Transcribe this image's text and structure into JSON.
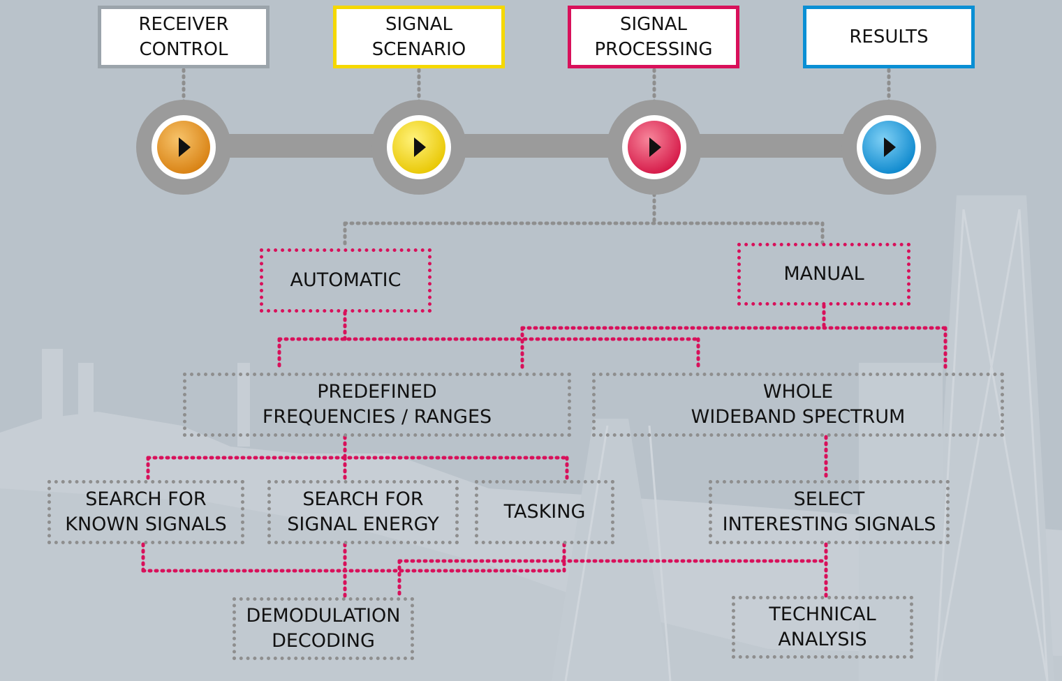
{
  "colors": {
    "background": "#b9c2ca",
    "receiver_control": "#9ba4ab",
    "signal_scenario": "#f5d800",
    "signal_processing": "#d8105a",
    "results": "#0a8fd4",
    "connector_red": "#d8105a",
    "connector_grey": "#8e8e8e",
    "track": "#9b9b9b"
  },
  "steps": [
    {
      "label": "RECEIVER\nCONTROL",
      "button_color": "#e38d1c",
      "icon": "play-icon"
    },
    {
      "label": "SIGNAL\nSCENARIO",
      "button_color": "#f3d41a",
      "icon": "play-icon"
    },
    {
      "label": "SIGNAL\nPROCESSING",
      "button_color": "#de2a55",
      "icon": "play-icon"
    },
    {
      "label": "RESULTS",
      "button_color": "#1b9ad9",
      "icon": "play-icon"
    }
  ],
  "modes": {
    "automatic": "AUTOMATIC",
    "manual": "MANUAL"
  },
  "scopes": {
    "predefined": "PREDEFINED\nFREQUENCIES / RANGES",
    "wideband": "WHOLE\nWIDEBAND SPECTRUM"
  },
  "methods": {
    "known_signals": "SEARCH FOR\nKNOWN SIGNALS",
    "signal_energy": "SEARCH FOR\nSIGNAL ENERGY",
    "tasking": "TASKING",
    "select_signals": "SELECT\nINTERESTING SIGNALS"
  },
  "outputs": {
    "demodulation": "DEMODULATION\nDECODING",
    "technical_analysis": "TECHNICAL\nANALYSIS"
  }
}
